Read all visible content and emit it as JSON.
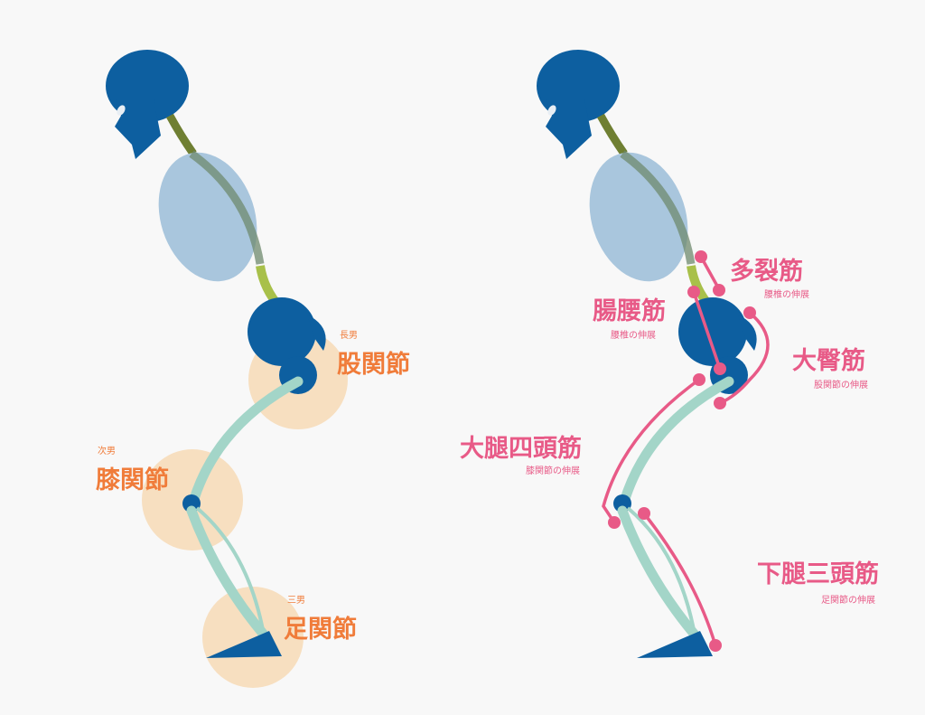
{
  "colors": {
    "joint_label": "#f07c3a",
    "muscle": "#e85a87",
    "bone_dark": "#0d5fa0",
    "torso": "#a9c6dd",
    "leg_bone": "#a3d5c8",
    "joint_highlight": "#f7dfc0"
  },
  "left_figure": {
    "joints": [
      {
        "rank": "長男",
        "name": "股関節"
      },
      {
        "rank": "次男",
        "name": "膝関節"
      },
      {
        "rank": "三男",
        "name": "足関節"
      }
    ]
  },
  "right_figure": {
    "muscles": [
      {
        "name": "多裂筋",
        "action": "腰椎の伸展"
      },
      {
        "name": "腸腰筋",
        "action": "腰椎の伸展"
      },
      {
        "name": "大臀筋",
        "action": "股関節の伸展"
      },
      {
        "name": "大腿四頭筋",
        "action": "膝関節の伸展"
      },
      {
        "name": "下腿三頭筋",
        "action": "足関節の伸展"
      }
    ]
  }
}
